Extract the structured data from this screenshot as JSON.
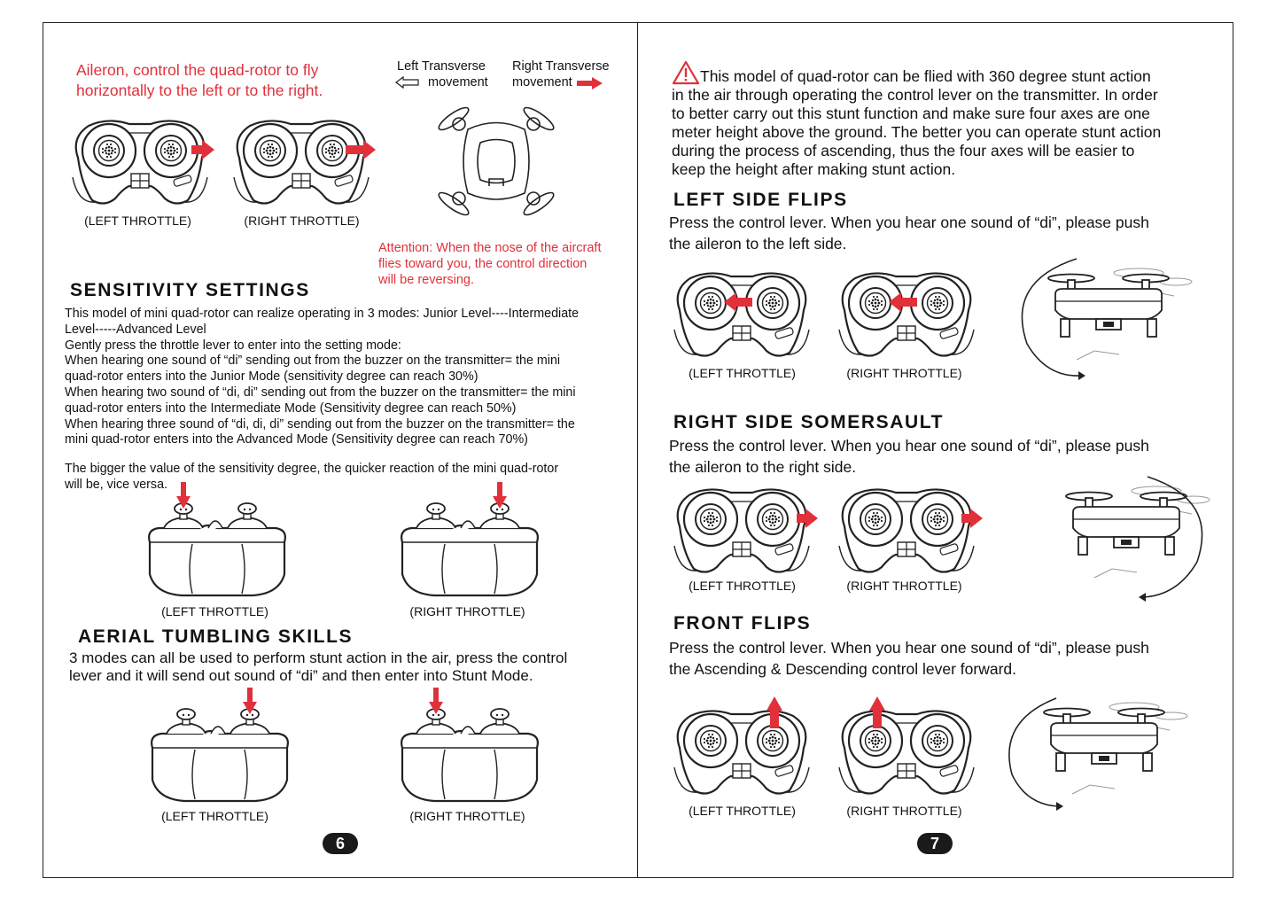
{
  "left_page": {
    "aileron": {
      "note": "Aileron, control the quad-rotor to fly\nhorizontally to the left or to the right.",
      "left_caption": "(LEFT THROTTLE)",
      "right_caption": "(RIGHT THROTTLE)",
      "left_transverse": "Left Transverse",
      "left_movement": "movement",
      "right_transverse": "Right Transverse",
      "right_movement": "movement",
      "attention": "Attention: When the nose of the aircraft\nflies toward you, the control direction\nwill be reversing."
    },
    "sensitivity": {
      "heading": "SENSITIVITY SETTINGS",
      "paragraph": "This model of mini quad-rotor can realize operating in 3 modes: Junior Level----Intermediate\nLevel-----Advanced Level\nGently press the throttle lever to enter into the setting mode:\nWhen hearing one sound of “di” sending out from the buzzer on the transmitter= the mini\nquad-rotor enters into the Junior Mode (sensitivity degree can reach 30%)\nWhen hearing two sound of “di, di” sending out from the buzzer on the transmitter= the mini\nquad-rotor enters into the Intermediate Mode (Sensitivity degree can reach 50%)\nWhen hearing three sound of “di, di, di” sending out from the buzzer on the transmitter= the\nmini quad-rotor enters into the Advanced Mode (Sensitivity degree can reach 70%)",
      "note": "The bigger the value of the sensitivity degree, the quicker reaction of the mini quad-rotor\nwill be, vice versa.",
      "left_caption": "(LEFT THROTTLE)",
      "right_caption": "(RIGHT THROTTLE)"
    },
    "tumbling": {
      "heading": "AERIAL TUMBLING SKILLS",
      "paragraph": "3 modes can all be used to perform stunt action in the air, press the control\nlever and it will send out sound of “di” and then enter into Stunt Mode.",
      "left_caption": "(LEFT THROTTLE)",
      "right_caption": "(RIGHT THROTTLE)"
    },
    "page_number": "6"
  },
  "right_page": {
    "intro": "This model of quad-rotor can be flied with 360 degree stunt action\nin the air through operating the control lever on the transmitter. In order\nto better carry out this stunt function and make sure four axes are one\nmeter height above the ground. The better you can operate stunt action\nduring the process of ascending, thus the four axes will be easier to\nkeep the height after making stunt action.",
    "left_flips": {
      "heading": "LEFT SIDE FLIPS",
      "paragraph": "Press the control lever. When you hear one sound of “di”, please push\nthe aileron to the left side.",
      "left_caption": "(LEFT THROTTLE)",
      "right_caption": "(RIGHT THROTTLE)"
    },
    "right_somersault": {
      "heading": "RIGHT SIDE SOMERSAULT",
      "paragraph": "Press the control lever. When you hear one sound of “di”, please push\nthe aileron to the right side.",
      "left_caption": "(LEFT THROTTLE)",
      "right_caption": "(RIGHT THROTTLE)"
    },
    "front_flips": {
      "heading": "FRONT FLIPS",
      "paragraph": "Press the control lever. When you hear one sound of “di”, please push\nthe Ascending & Descending control lever forward.",
      "left_caption": "(LEFT THROTTLE)",
      "right_caption": "(RIGHT THROTTLE)"
    },
    "page_number": "7"
  },
  "icons": {
    "warning": "warning-triangle-icon",
    "controller": "transmitter-icon",
    "drone": "quadcopter-icon",
    "arrow": "direction-arrow-icon"
  },
  "colors": {
    "accent_red": "#e0313b",
    "ink": "#1a1a1a"
  }
}
